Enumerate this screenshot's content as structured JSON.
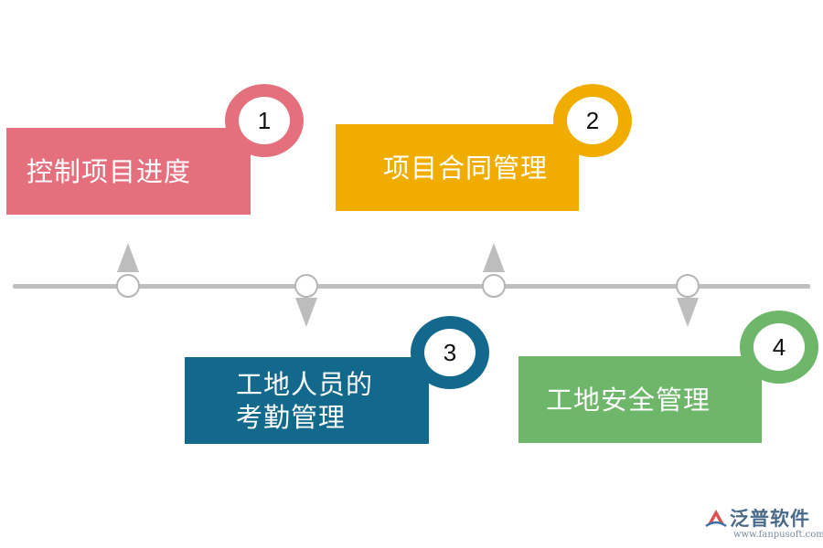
{
  "steps": [
    {
      "number": "1",
      "label": "控制项目进度",
      "color": "#e4707e"
    },
    {
      "number": "2",
      "label": "项目合同管理",
      "color": "#f0ad00"
    },
    {
      "number": "3",
      "label_line1": "工地人员的",
      "label_line2": "考勤管理",
      "color": "#13698c"
    },
    {
      "number": "4",
      "label": "工地安全管理",
      "color": "#6db66a"
    }
  ],
  "timeline": {
    "line_color": "#bfbfbf",
    "arrow_color": "#bdbdbd"
  },
  "logo": {
    "name": "泛普软件",
    "url": "www.fanpusoft.com"
  }
}
